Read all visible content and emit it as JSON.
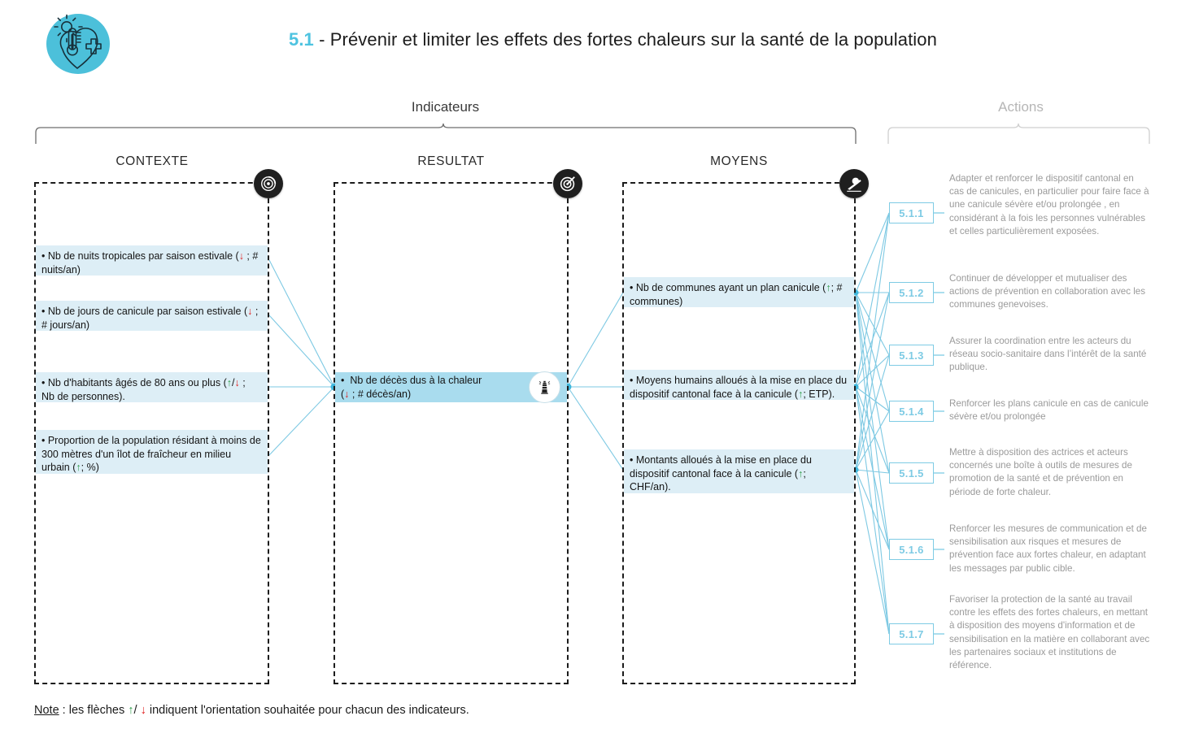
{
  "header": {
    "number": "5.1",
    "title": "- Prévenir et limiter les effets des fortes chaleurs sur la santé de la population",
    "logo_icon": "sun-thermometer-heart-cross-icon"
  },
  "groups": {
    "indicators_label": "Indicateurs",
    "actions_label": "Actions"
  },
  "columns": [
    {
      "key": "contexte",
      "heading": "CONTEXTE",
      "badge_icon": "radar-icon"
    },
    {
      "key": "resultat",
      "heading": "RESULTAT",
      "badge_icon": "target-icon"
    },
    {
      "key": "moyens",
      "heading": "MOYENS",
      "badge_icon": "lever-ramp-icon"
    }
  ],
  "contexte_items": [
    {
      "id": "ctx1",
      "text": "• Nb de nuits tropicales par saison estivale (↓ ; # nuits/an)",
      "trend": "down",
      "unit": "# nuits/an"
    },
    {
      "id": "ctx2",
      "text": "• Nb de jours de canicule par saison estivale (↓ ; # jours/an)",
      "trend": "down",
      "unit": "# jours/an"
    },
    {
      "id": "ctx3",
      "text": "• Nb d'habitants âgés de 80 ans ou plus (↑/↓ ; Nb de personnes).",
      "trend": "up-down",
      "unit": "Nb de personnes"
    },
    {
      "id": "ctx4",
      "text": "• Proportion de la population résidant à moins de 300 mètres d'un îlot de fraîcheur en milieu urbain (↑; %)",
      "trend": "up",
      "unit": "%"
    }
  ],
  "resultat_items": [
    {
      "id": "res1",
      "text": "•  Nb de décès dus à la chaleur (↓ ; # décès/an)",
      "trend": "down",
      "unit": "# décès/an",
      "icon": "lighthouse-icon"
    }
  ],
  "moyens_items": [
    {
      "id": "moy1",
      "text": "• Nb de communes ayant un plan canicule (↑; # communes)",
      "trend": "up",
      "unit": "# communes"
    },
    {
      "id": "moy2",
      "text": "• Moyens humains alloués à la mise en place du dispositif cantonal face à la canicule (↑; ETP).",
      "trend": "up",
      "unit": "ETP"
    },
    {
      "id": "moy3",
      "text": "• Montants alloués à la mise en place du dispositif cantonal face à la canicule (↑; CHF/an).",
      "trend": "up",
      "unit": "CHF/an"
    }
  ],
  "actions": [
    {
      "code": "5.1.1",
      "text": "Adapter et renforcer le dispositif cantonal en cas de canicules, en particulier pour faire face à une canicule sévère et/ou prolongée , en considérant à la fois les personnes vulnérables et celles particulièrement exposées."
    },
    {
      "code": "5.1.2",
      "text": "Continuer de développer et mutualiser des actions de prévention en collaboration avec les communes genevoises."
    },
    {
      "code": "5.1.3",
      "text": "Assurer la coordination entre les acteurs du réseau socio-sanitaire dans l’intérêt de la santé publique."
    },
    {
      "code": "5.1.4",
      "text": "Renforcer les plans canicule en cas de canicule sévère et/ou prolongée"
    },
    {
      "code": "5.1.5",
      "text": "Mettre à disposition des actrices et acteurs concernés une boîte à outils de mesures de promotion de la santé et de prévention en période de forte chaleur."
    },
    {
      "code": "5.1.6",
      "text": "Renforcer les mesures de communication et de sensibilisation aux risques et mesures de prévention face aux fortes chaleur, en adaptant les messages par public cible."
    },
    {
      "code": "5.1.7",
      "text": "Favoriser la protection de la santé au travail contre les effets des fortes chaleurs, en mettant à disposition des moyens d'information et de sensibilisation en la matière en collaborant avec les partenaires sociaux et institutions de référence."
    }
  ],
  "note": {
    "label": "Note",
    "text": " : les flèches ↑/ ↓ indiquent l'orientation souhaitée pour chacun des indicateurs."
  },
  "colors": {
    "brand_cyan": "#4ec3e0",
    "chip_light": "#ddeef6",
    "chip_strong": "#a9dcee",
    "action_border": "#7ecbe4",
    "action_text": "#9a9a9a",
    "arrow_up": "#2e9c4a",
    "arrow_down": "#e02020",
    "dashed_border": "#1c1c1c"
  }
}
